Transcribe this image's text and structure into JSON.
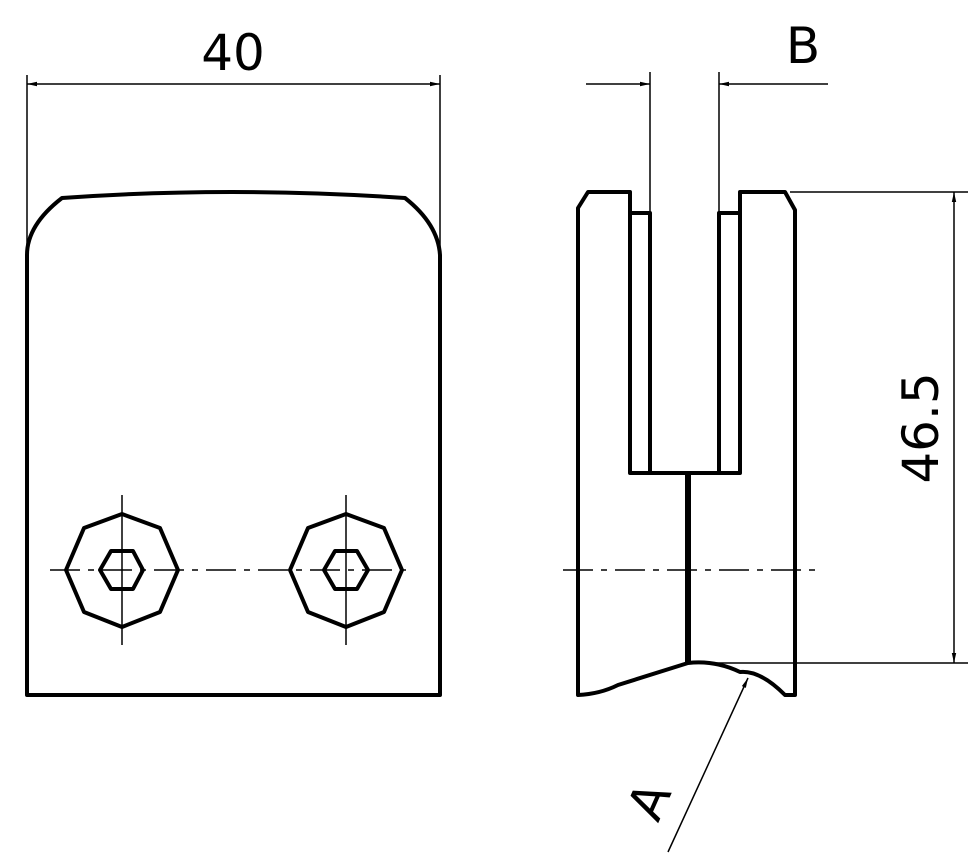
{
  "drawing": {
    "line_color": "#000000",
    "background": "#ffffff",
    "labels": {
      "width_dimension": "40",
      "slot_dimension": "B",
      "height_dimension": "46.5",
      "radius_callout": "A"
    }
  }
}
